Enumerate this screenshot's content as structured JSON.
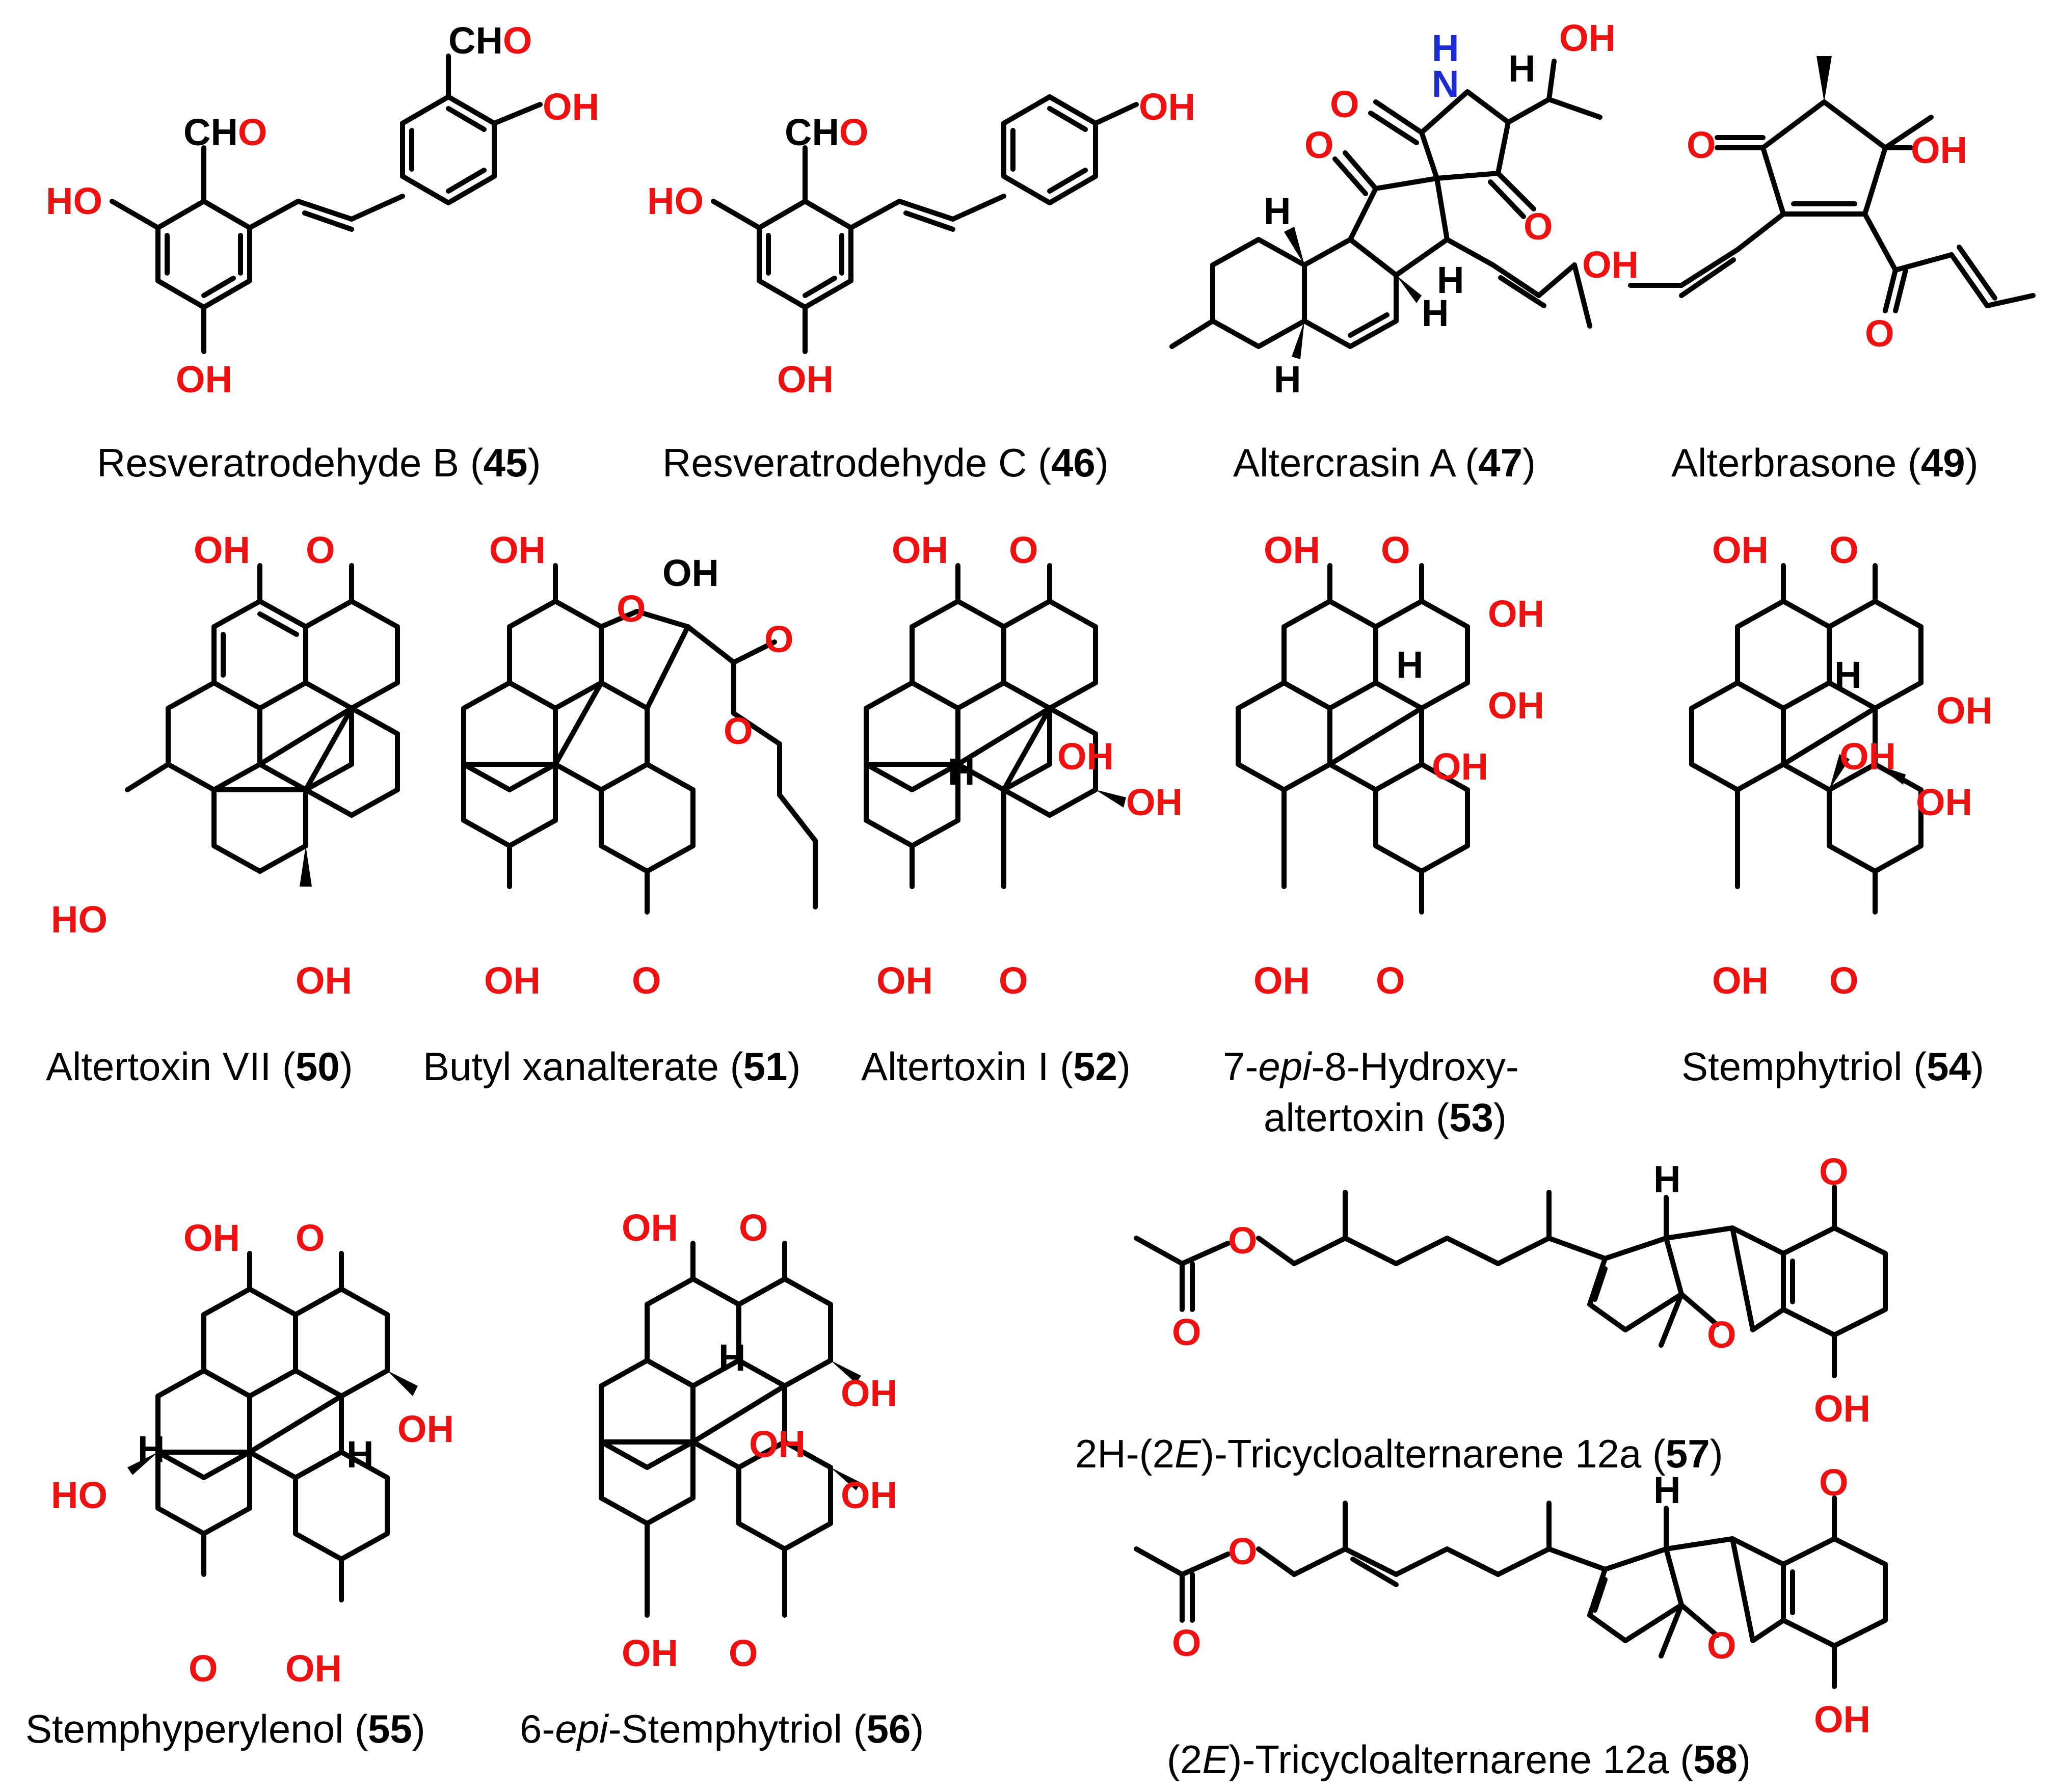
{
  "compounds": [
    {
      "id": "45",
      "name": "Resveratrodehyde B",
      "caption_pre": "Resveratrodehyde B (",
      "caption_post": ")"
    },
    {
      "id": "46",
      "name": "Resveratrodehyde C",
      "caption_pre": "Resveratrodehyde C (",
      "caption_post": ")"
    },
    {
      "id": "47",
      "name": "Altercrasin A",
      "caption_pre": "Altercrasin A (",
      "caption_post": ")"
    },
    {
      "id": "49",
      "name": "Alterbrasone",
      "caption_pre": "Alterbrasone (",
      "caption_post": ")"
    },
    {
      "id": "50",
      "name": "Altertoxin VII",
      "caption_pre": "Altertoxin VII (",
      "caption_post": ")"
    },
    {
      "id": "51",
      "name": "Butyl xanalterate",
      "caption_pre": "Butyl xanalterate (",
      "caption_post": ")"
    },
    {
      "id": "52",
      "name": "Altertoxin I",
      "caption_pre": "Altertoxin I (",
      "caption_post": ")"
    },
    {
      "id": "53",
      "name": "7-epi-8-Hydroxy-altertoxin",
      "line1_pre": "7-",
      "line1_italic": "epi",
      "line1_post": "-8-Hydroxy-",
      "line2_pre": "altertoxin (",
      "line2_post": ")"
    },
    {
      "id": "54",
      "name": "Stemphytriol",
      "caption_pre": "Stemphytriol (",
      "caption_post": ")"
    },
    {
      "id": "55",
      "name": "Stemphyperylenol",
      "caption_pre": "Stemphyperylenol (",
      "caption_post": ")"
    },
    {
      "id": "56",
      "name": "6-epi-Stemphytriol",
      "caption_pre": "6-",
      "caption_italic": "epi",
      "caption_mid": "-Stemphytriol (",
      "caption_post": ")"
    },
    {
      "id": "57",
      "name": "2H-(2E)-Tricycloalternarene 12a",
      "caption_pre": "2H-(2",
      "caption_italic": "E",
      "caption_mid": ")-Tricycloalternarene 12a (",
      "caption_post": ")"
    },
    {
      "id": "58",
      "name": "(2E)-Tricycloalternarene 12a",
      "caption_pre": "(2",
      "caption_italic": "E",
      "caption_mid": ")-Tricycloalternarene 12a (",
      "caption_post": ")"
    }
  ],
  "atom_labels": {
    "oh": "OH",
    "ho": "HO",
    "o": "O",
    "h": "H",
    "cho_c": "CH",
    "cho_o": "O",
    "nh_n": "N",
    "nh_h": "H"
  },
  "colors": {
    "oxygen": "#ee1111",
    "nitrogen": "#1a2bd6",
    "carbon_bond": "#000000",
    "background": "#ffffff"
  }
}
